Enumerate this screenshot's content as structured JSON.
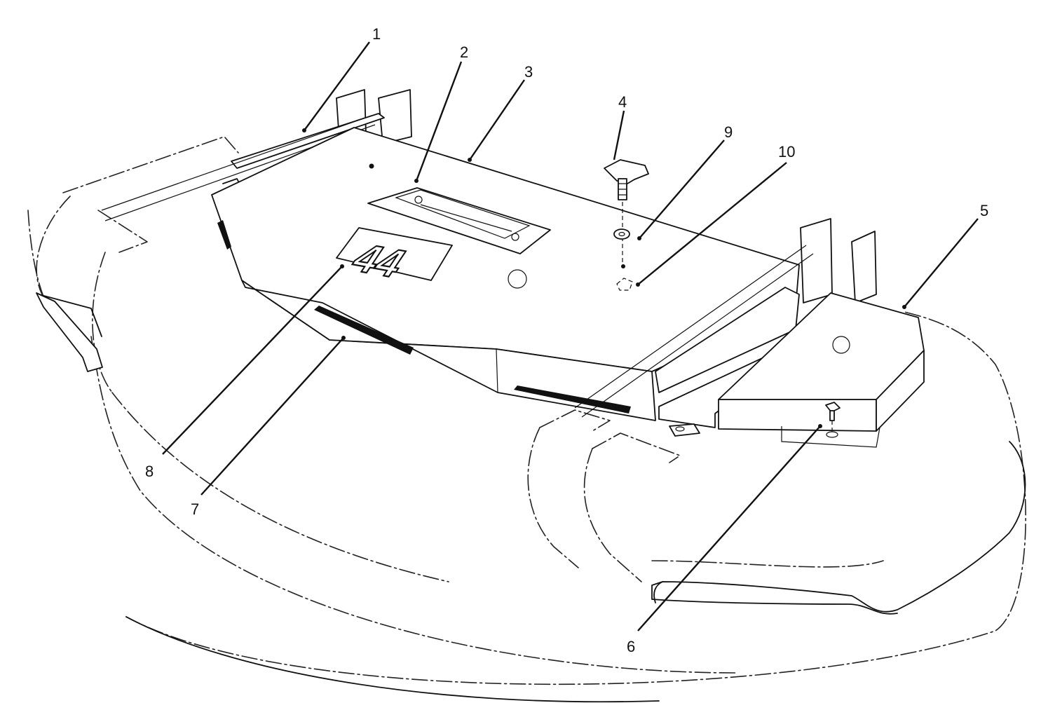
{
  "decal": {
    "model_number": "44"
  },
  "callouts": [
    {
      "id": "1",
      "label": "1"
    },
    {
      "id": "2",
      "label": "2"
    },
    {
      "id": "3",
      "label": "3"
    },
    {
      "id": "4",
      "label": "4"
    },
    {
      "id": "5",
      "label": "5"
    },
    {
      "id": "6",
      "label": "6"
    },
    {
      "id": "7",
      "label": "7"
    },
    {
      "id": "8",
      "label": "8"
    },
    {
      "id": "9",
      "label": "9"
    },
    {
      "id": "10",
      "label": "10"
    }
  ]
}
